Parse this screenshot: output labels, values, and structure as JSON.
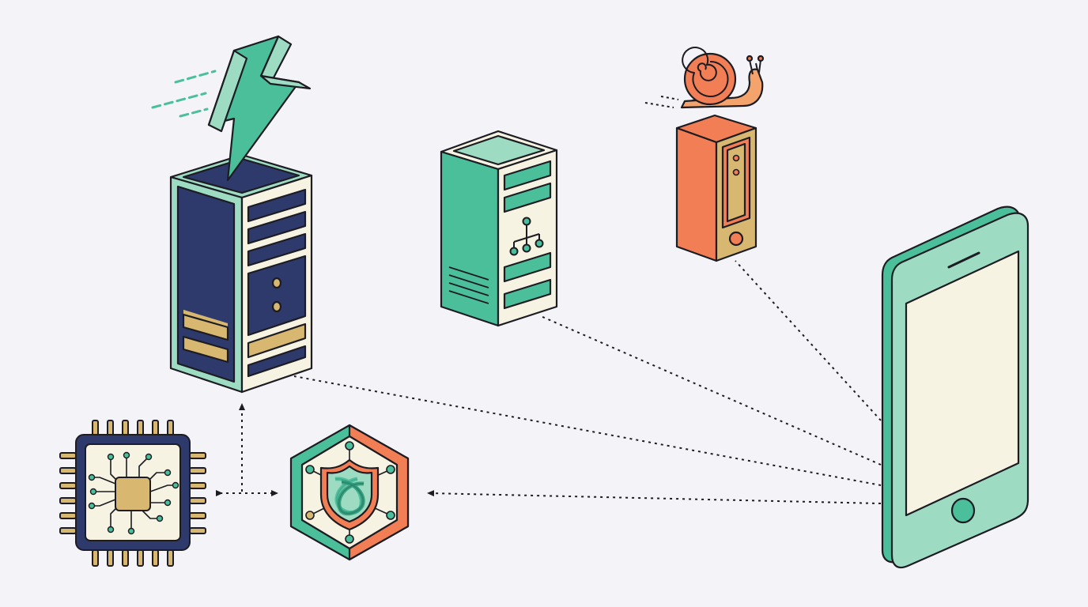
{
  "colors": {
    "background": "#f3f3f8",
    "outline": "#1c1c22",
    "navy": "#2e3a6b",
    "teal": "#4bbf9a",
    "mint": "#9ddcc3",
    "cream": "#f6f3e2",
    "gold": "#d8b870",
    "coral": "#f27e55",
    "snail_orange": "#f5a36d"
  },
  "nodes": [
    {
      "id": "fast-server",
      "icon": "lightning-server-icon"
    },
    {
      "id": "network-server",
      "icon": "network-server-icon"
    },
    {
      "id": "slow-server",
      "icon": "snail-server-icon"
    },
    {
      "id": "smartphone",
      "icon": "smartphone-icon"
    },
    {
      "id": "processor-chip",
      "icon": "cpu-chip-icon"
    },
    {
      "id": "security-shield",
      "icon": "shield-hexagon-icon"
    }
  ],
  "connections": [
    {
      "from": "smartphone",
      "to": "fast-server",
      "style": "dotted"
    },
    {
      "from": "smartphone",
      "to": "network-server",
      "style": "dotted"
    },
    {
      "from": "smartphone",
      "to": "slow-server",
      "style": "dotted"
    },
    {
      "from": "smartphone",
      "to": "security-shield",
      "style": "dotted",
      "arrow": "end"
    },
    {
      "from": "processor-chip",
      "to": "security-shield",
      "style": "dotted",
      "arrow": "both"
    },
    {
      "from": "processor-chip",
      "to": "fast-server",
      "style": "dotted",
      "arrow": "end"
    }
  ]
}
